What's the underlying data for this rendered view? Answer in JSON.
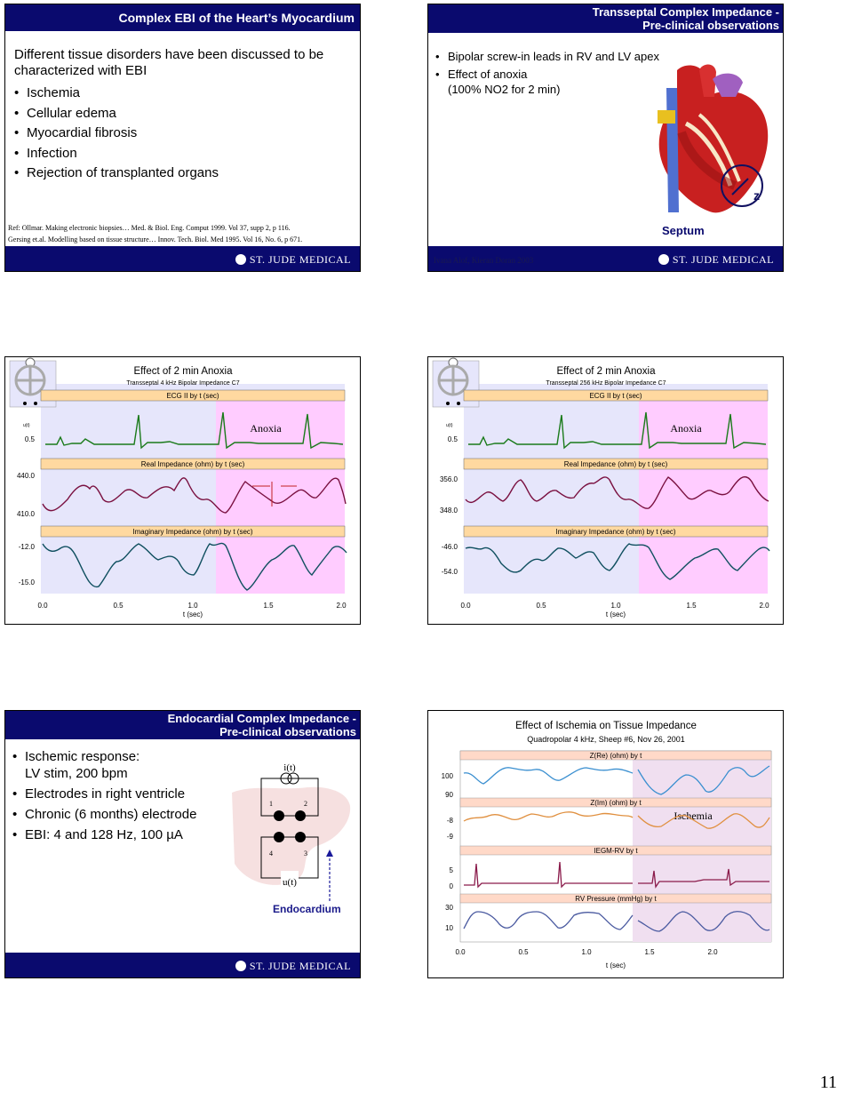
{
  "page_number": "11",
  "logo_text": "ST. JUDE MEDICAL",
  "slide1": {
    "title": "Complex EBI of the Heart’s Myocardium",
    "intro": "Different tissue disorders have been discussed to be characterized with EBI",
    "bullets": [
      "Ischemia",
      "Cellular edema",
      "Myocardial fibrosis",
      "Infection",
      "Rejection of transplanted organs"
    ],
    "ref1": "Ref: Ollmar. Making electronic biopsies… Med. & Biol. Eng. Comput 1999. Vol 37, supp 2, p 116.",
    "ref2": "Gersing et.al. Modelling based on tissue structure… Innov. Tech. Biol. Med 1995. Vol 16, No. 6, p 671."
  },
  "slide2": {
    "title_line1": "Transseptal Complex Impedance -",
    "title_line2": "Pre-clinical observations",
    "bullet1": "Bipolar screw-in leads in RV and LV apex",
    "bullet2_line1": "Effect of anoxia",
    "bullet2_line2": "(100% NO2 for 2 min)",
    "septum_label": "Septum",
    "z_label": "z",
    "footer_text": "Ivana Alof, Kieran Doran 2003"
  },
  "slide3": {
    "title": "Effect of 2 min Anoxia",
    "subtitle": "Transseptal 4 kHz Bipolar Impedance C7",
    "ecg_label": "ECG II by t (sec)",
    "anoxia_label": "Anoxia",
    "real_label": "Real Impedance (ohm) by t (sec)",
    "imag_label": "Imaginary Impedance (ohm) by t (sec)",
    "y_ecg": "0.5",
    "y_real_top": "440.0",
    "y_real_bottom": "410.0",
    "y_imag_top": "-12.0",
    "y_imag_bottom": "-15.0",
    "x_ticks": [
      "0.0",
      "0.5",
      "1.0",
      "1.5",
      "2.0"
    ],
    "x_label": "t (sec)",
    "ut_label": "u(t)"
  },
  "slide4": {
    "title": "Effect of 2 min Anoxia",
    "subtitle": "Transseptal 256 kHz Bipolar Impedance C7",
    "ecg_label": "ECG II by t (sec)",
    "anoxia_label": "Anoxia",
    "real_label": "Real Impedance (ohm) by t (sec)",
    "imag_label": "Imaginary Impedance (ohm) by t (sec)",
    "y_ecg": "0.5",
    "y_real_top": "356.0",
    "y_real_bottom": "348.0",
    "y_imag_top": "-46.0",
    "y_imag_bottom": "-54.0",
    "x_ticks": [
      "0.0",
      "0.5",
      "1.0",
      "1.5",
      "2.0"
    ],
    "x_label": "t (sec)",
    "ut_label": "u(t)"
  },
  "slide5": {
    "title_line1": "Endocardial Complex Impedance -",
    "title_line2": "Pre-clinical observations",
    "bullet1_line1": "Ischemic response:",
    "bullet1_line2": "LV stim, 200 bpm",
    "bullet2": "Electrodes in right ventricle",
    "bullet3": "Chronic (6 months) electrode",
    "bullet4": "EBI: 4 and 128 Hz, 100 µA",
    "it_label": "i(t)",
    "ut_label": "u(t)",
    "electrodes": [
      "1",
      "2",
      "4",
      "3"
    ],
    "endocardium_label": "Endocardium"
  },
  "slide6": {
    "title": "Effect of Ischemia on Tissue Impedance",
    "subtitle": "Quadropolar 4 kHz, Sheep #6, Nov 26, 2001",
    "zre_label": "Z(Re) (ohm) by t",
    "zim_label": "Z(Im) (ohm) by t",
    "iegm_label": "IEGM-RV by t",
    "rvp_label": "RV Pressure (mmHg) by t",
    "ischemia_label": "Ischemia",
    "y_zre": [
      "100",
      "90"
    ],
    "y_zim": [
      "-8",
      "-9"
    ],
    "y_iegm": [
      "5",
      "0"
    ],
    "y_rvp": [
      "30",
      "10"
    ],
    "x_ticks": [
      "0.0",
      "0.5",
      "1.0",
      "1.5",
      "2.0"
    ],
    "x_label": "t (sec)"
  },
  "colors": {
    "navy": "#0a0a6e",
    "ecg": "#1a7a1a",
    "real": "#7a1040",
    "imag": "#0f4f5f",
    "anoxia_bg": "#ffccff",
    "plot_bg": "#e6e6fb",
    "label_bar": "#ffd9a0",
    "ischemia_bg": "#f0dff0",
    "zre": "#3a8fd0",
    "zim": "#e09040",
    "iegm": "#8a1a4a",
    "rvp": "#4a5aa0"
  }
}
